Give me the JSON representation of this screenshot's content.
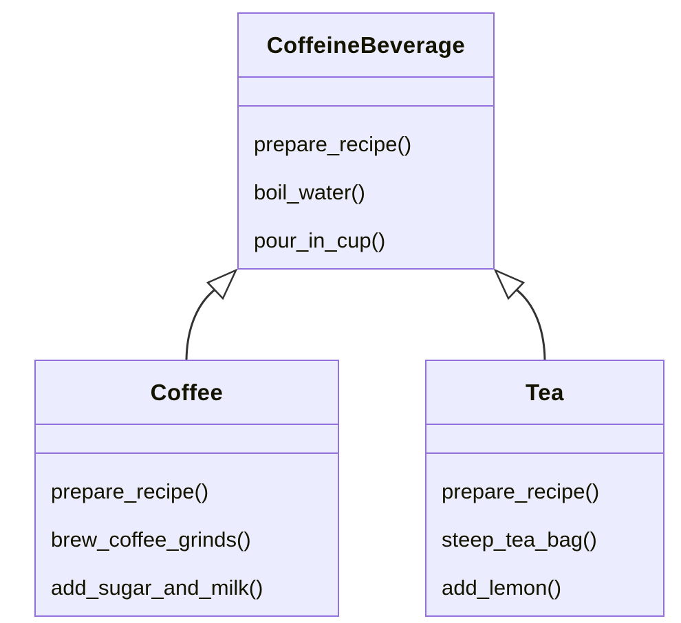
{
  "diagram": {
    "type": "uml-class-diagram",
    "classes": [
      {
        "name": "CoffeineBeverage",
        "attributes": [],
        "methods": [
          "prepare_recipe()",
          "boil_water()",
          "pour_in_cup()"
        ]
      },
      {
        "name": "Coffee",
        "attributes": [],
        "methods": [
          "prepare_recipe()",
          "brew_coffee_grinds()",
          "add_sugar_and_milk()"
        ]
      },
      {
        "name": "Tea",
        "attributes": [],
        "methods": [
          "prepare_recipe()",
          "steep_tea_bag()",
          "add_lemon()"
        ]
      }
    ],
    "relations": [
      {
        "from": "Coffee",
        "to": "CoffeineBeverage",
        "type": "inheritance"
      },
      {
        "from": "Tea",
        "to": "CoffeineBeverage",
        "type": "inheritance"
      }
    ],
    "colors": {
      "node_fill": "#ECECFF",
      "node_border": "#9370DB",
      "edge_stroke": "#333333",
      "arrowhead_fill": "#ffffff",
      "text": "#131300",
      "background": "#ffffff"
    }
  }
}
